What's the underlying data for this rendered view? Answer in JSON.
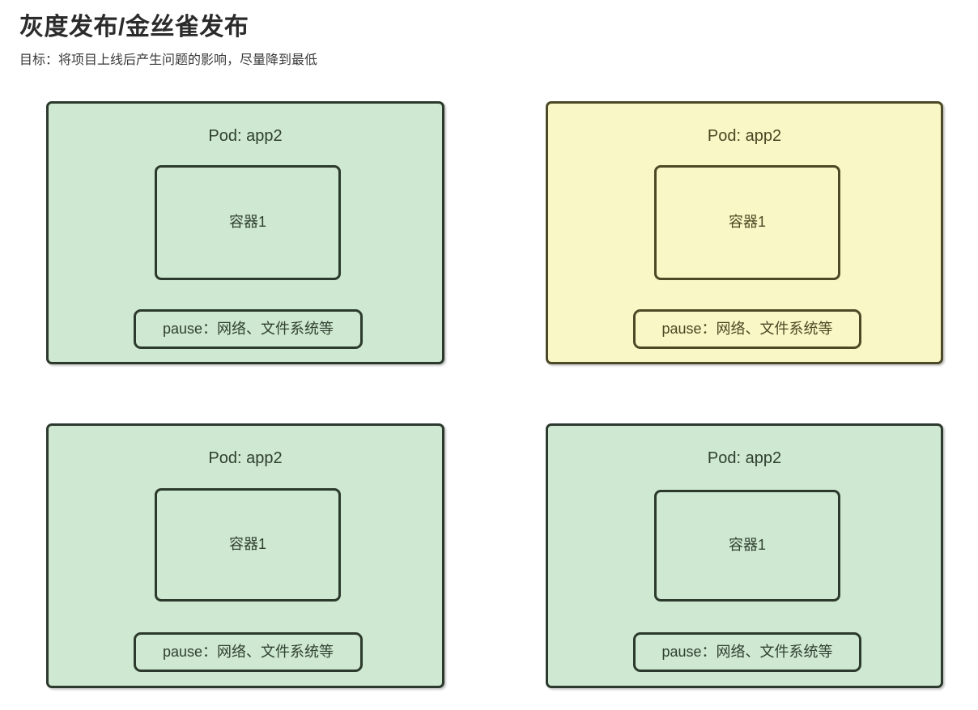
{
  "header": {
    "title": "灰度发布/金丝雀发布",
    "subtitle": "目标：将项目上线后产生问题的影响，尽量降到最低"
  },
  "colors": {
    "background": "#ffffff",
    "green_fill": "#cfe8d1",
    "green_border": "#2b3a2c",
    "yellow_fill": "#faf7c6",
    "yellow_border": "#4c4926",
    "title_text": "#2b2b2b",
    "green_text": "#2f3f30",
    "yellow_text": "#4a4724"
  },
  "pods": [
    {
      "theme": "green",
      "pod_label": "Pod: app2",
      "container_label": "容器1",
      "pause_label": "pause：网络、文件系统等"
    },
    {
      "theme": "yellow",
      "pod_label": "Pod: app2",
      "container_label": "容器1",
      "pause_label": "pause：网络、文件系统等"
    },
    {
      "theme": "green",
      "pod_label": "Pod: app2",
      "container_label": "容器1",
      "pause_label": "pause：网络、文件系统等"
    },
    {
      "theme": "green",
      "pod_label": "Pod: app2",
      "container_label": "容器1",
      "pause_label": "pause：网络、文件系统等"
    }
  ]
}
